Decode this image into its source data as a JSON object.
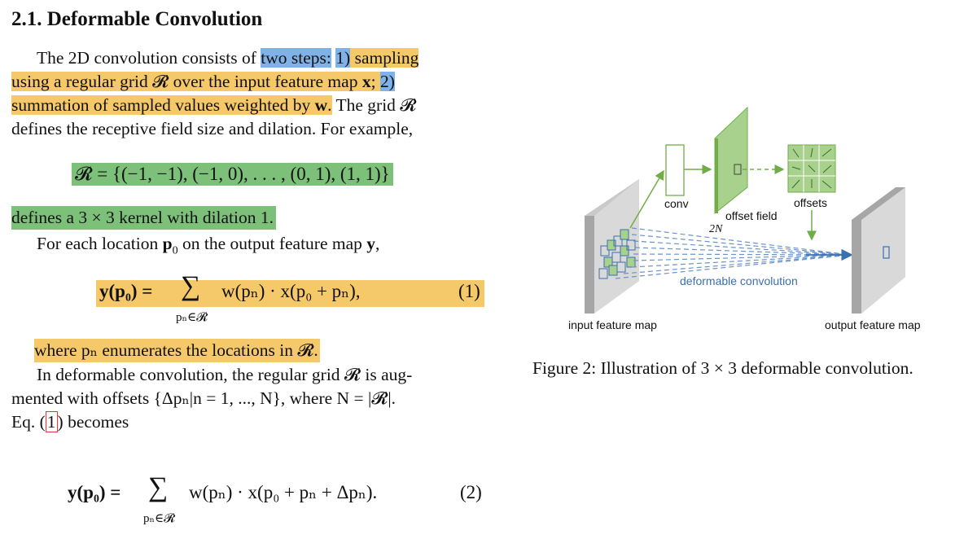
{
  "section": {
    "title": "2.1. Deformable Convolution"
  },
  "paragraph1": {
    "l1_a": "The 2D convolution consists of ",
    "l1_b": "two steps:",
    "l1_c": " ",
    "l1_d": "1)",
    "l1_e": " sampling",
    "l2_a": "using a regular grid 𝓡 over the input feature map ",
    "l2_b": "x",
    "l2_c": "; ",
    "l2_d": "2)",
    "l3_a": "summation of sampled values weighted by ",
    "l3_b": "w",
    "l3_c": ".",
    "l3_d": " The grid 𝓡",
    "l4": "defines the receptive field size and dilation. For example,"
  },
  "eq_R": "𝓡 = {(−1, −1), (−1, 0), . . . , (0, 1), (1, 1)}",
  "paragraph2": {
    "l1": "defines a 3 × 3 kernel with dilation 1.",
    "l2_a": "For each location ",
    "l2_b": "p",
    "l2_c": "0",
    "l2_d": " on the output feature map ",
    "l2_e": "y",
    "l2_f": ","
  },
  "eq1": {
    "lhs": "y(p₀) =",
    "sum": "∑",
    "under": "pₙ∈𝓡",
    "rhs": "w(pₙ) · x(p₀ + pₙ),",
    "number": "(1)"
  },
  "paragraph3": {
    "l1": "where pₙ enumerates the locations in 𝓡.",
    "l2": "In deformable convolution, the regular grid 𝓡 is aug-",
    "l3": "mented with offsets {Δpₙ|n = 1, ..., N}, where N = |𝓡|.",
    "l4_a": "Eq. (",
    "l4_b": "1",
    "l4_c": ") becomes"
  },
  "eq2": {
    "lhs": "y(p₀) =",
    "sum": "∑",
    "under": "pₙ∈𝓡",
    "rhs": "w(pₙ) · x(p₀ + pₙ + Δpₙ).",
    "number": "(2)"
  },
  "figure": {
    "conv_label": "conv",
    "offset_field_label": "offset field",
    "two_n_label": "2N",
    "offsets_label": "offsets",
    "deformable_label": "deformable convolution",
    "input_label": "input feature map",
    "output_label": "output feature map",
    "caption": "Figure 2: Illustration of 3 × 3 deformable convolution.",
    "colors": {
      "green": "#a9d18e",
      "green_dark": "#70ad47",
      "blue": "#3a6fb0",
      "gray_face": "#d0d0d0",
      "gray_side": "#a6a6a6"
    }
  }
}
